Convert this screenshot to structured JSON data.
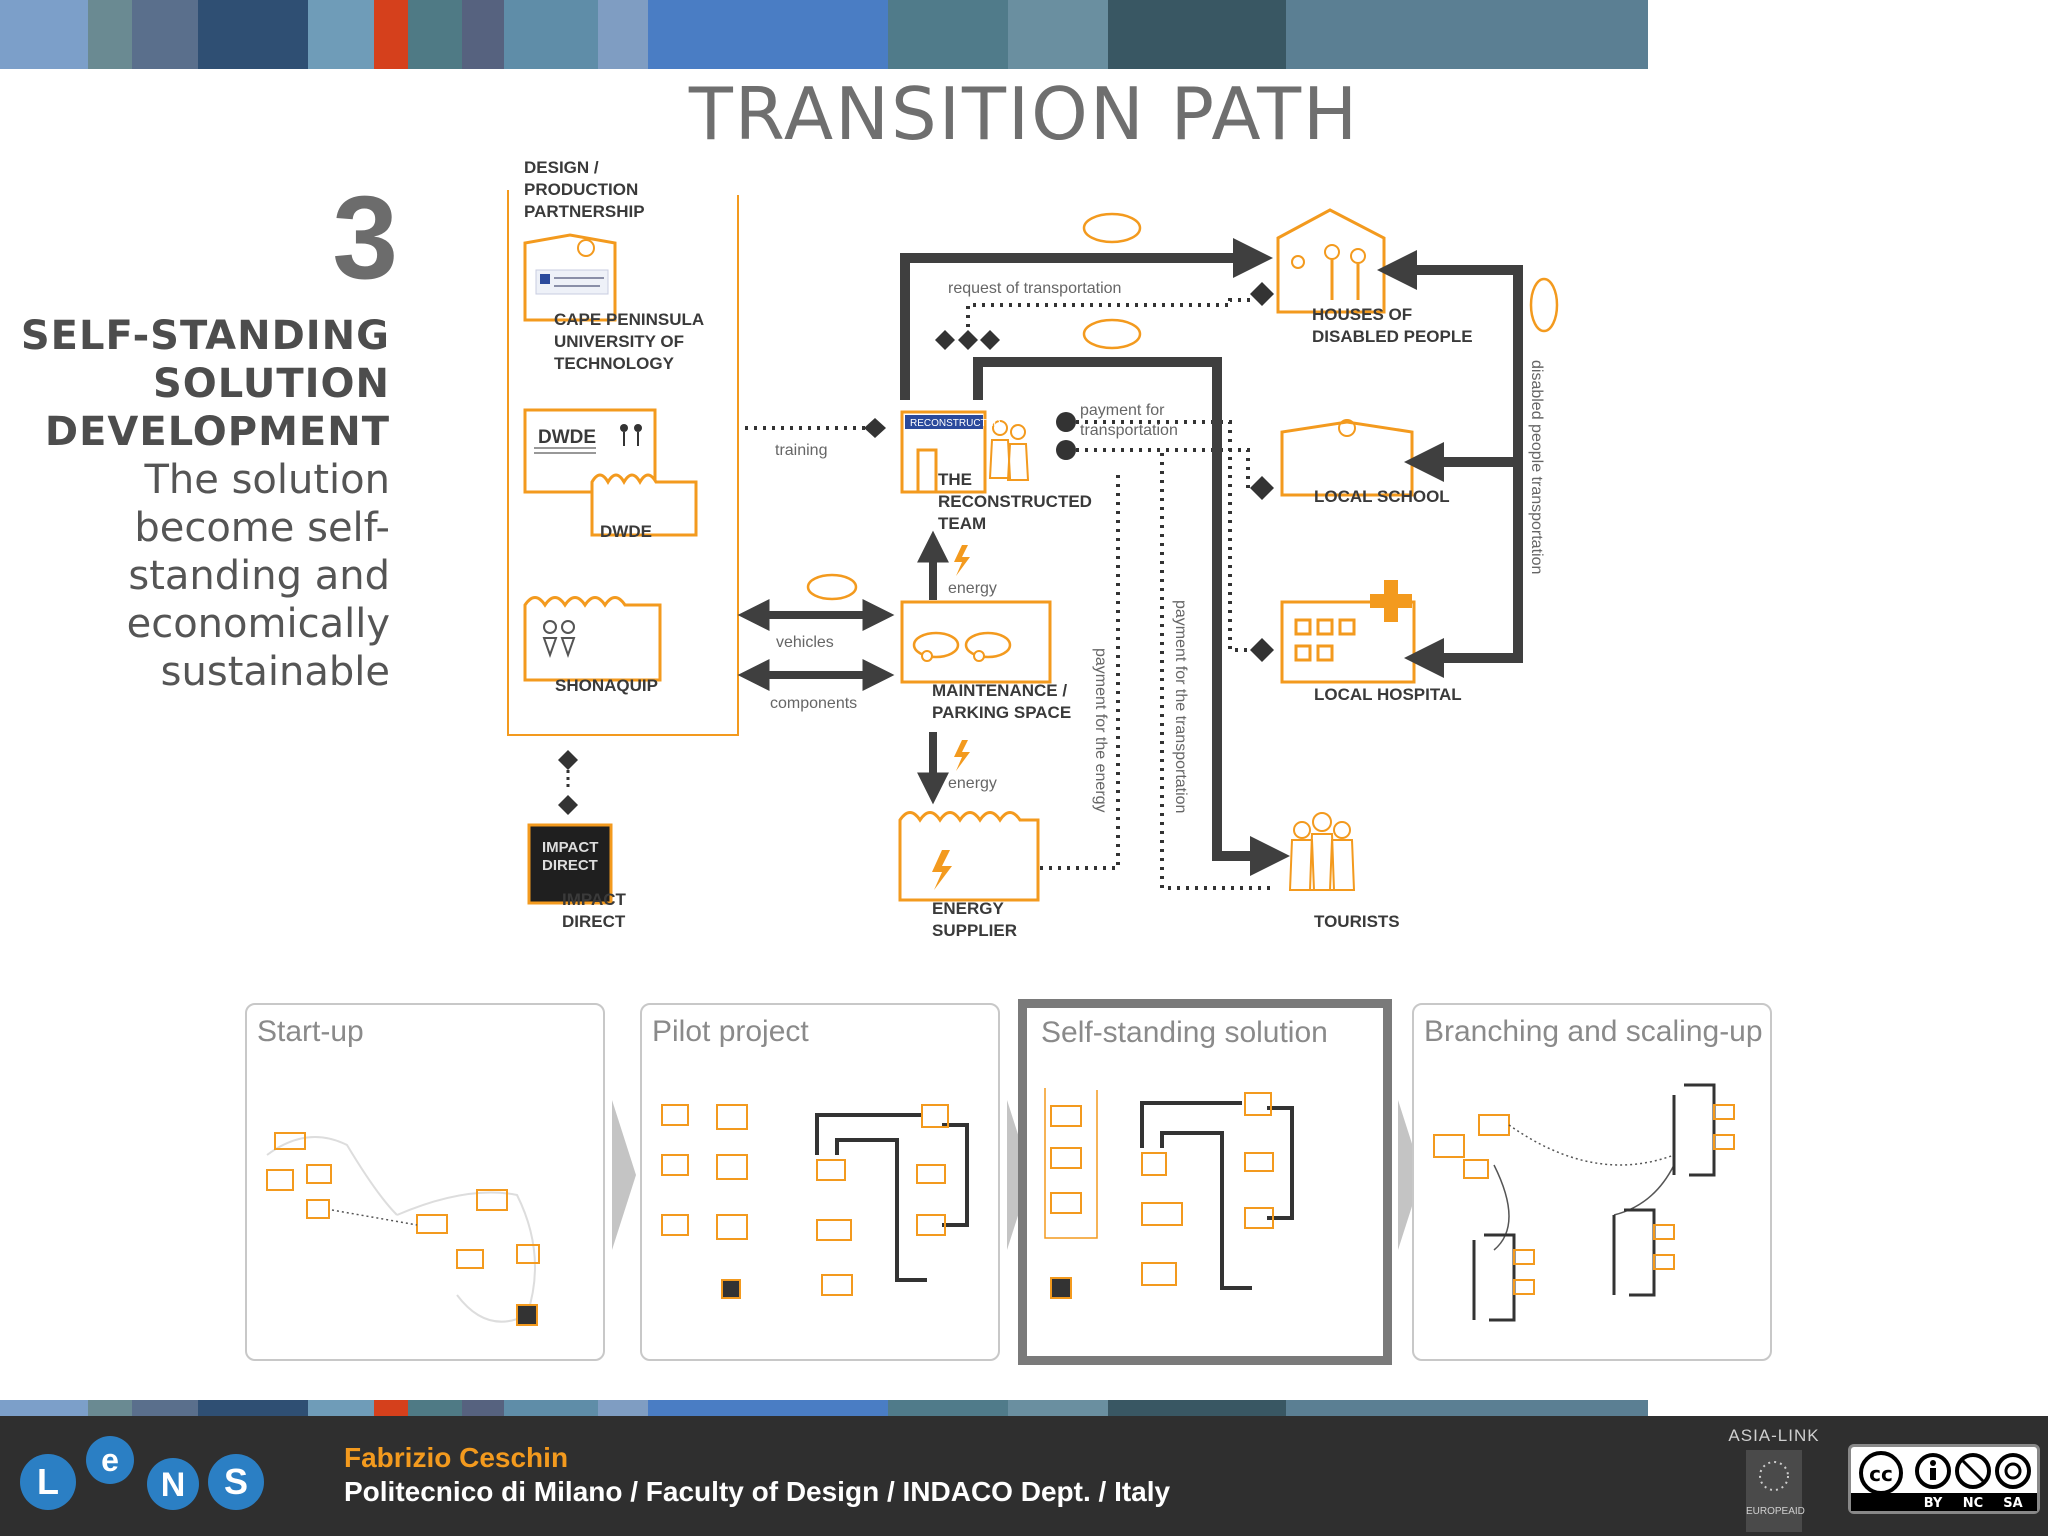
{
  "colors": {
    "accent_orange": "#f39a1e",
    "footer_bg": "#2f2f2f",
    "arrow_dark": "#3f3f3f",
    "title_gray": "#6f6f6f",
    "stripe": [
      "#7c9fc9",
      "#6a8a92",
      "#5a6f8c",
      "#2f4f73",
      "#6f9cb8",
      "#d5401c",
      "#4f7a85",
      "#56627f",
      "#5f8da8",
      "#7f9dc2",
      "#4a7dc4",
      "#507b8a",
      "#6a8fa0",
      "#395763",
      "#5b7f93"
    ]
  },
  "slide": {
    "title": "TRANSITION PATH",
    "stage_number": "3",
    "heading": [
      "SELF-STANDING",
      "SOLUTION",
      "DEVELOPMENT"
    ],
    "description": [
      "The solution",
      "become self-",
      "standing and",
      "economically",
      "sustainable"
    ]
  },
  "diagram": {
    "partnership_label": [
      "DESIGN /",
      "PRODUCTION",
      "PARTNERSHIP"
    ],
    "actors": {
      "cput": [
        "CAPE PENINSULA",
        "UNIVERSITY OF",
        "TECHNOLOGY"
      ],
      "dwde_logo": "DWDE",
      "dwde": "DWDE",
      "shonaquip": "SHONAQUIP",
      "impact_logo": [
        "IMPACT",
        "DIRECT"
      ],
      "impact": [
        "IMPACT",
        "DIRECT"
      ],
      "team_sign": "RECONSTRUCTED",
      "team": [
        "THE",
        "RECONSTRUCTED",
        "TEAM"
      ],
      "maintenance": [
        "MAINTENANCE /",
        "PARKING SPACE"
      ],
      "energy_supplier": [
        "ENERGY",
        "SUPPLIER"
      ],
      "houses": [
        "HOUSES OF",
        "DISABLED PEOPLE"
      ],
      "school": "LOCAL SCHOOL",
      "hospital": "LOCAL HOSPITAL",
      "tourists": "TOURISTS"
    },
    "flows": {
      "request": "request of transportation",
      "payment_transport_1": "payment for",
      "payment_transport_2": "transportation",
      "training": "training",
      "energy_up": "energy",
      "vehicles": "vehicles",
      "components": "components",
      "energy_down": "energy",
      "payment_energy": "payment for the energy",
      "payment_transport_long": "payment for the transportation",
      "disabled_transport": "disabled people transportation"
    }
  },
  "stages": [
    {
      "label": "Start-up",
      "active": false
    },
    {
      "label": "Pilot project",
      "active": false
    },
    {
      "label": "Self-standing solution",
      "active": true
    },
    {
      "label": "Branching and scaling-up",
      "active": false
    }
  ],
  "footer": {
    "logo_letters": [
      "L",
      "e",
      "N",
      "S"
    ],
    "author": "Fabrizio Ceschin",
    "affiliation": "Politecnico di Milano / Faculty of Design / INDACO Dept. / Italy",
    "asia_link": "ASIA-LINK",
    "eu_label": "EUROPEAID",
    "cc_labels": [
      "BY",
      "NC",
      "SA"
    ]
  }
}
